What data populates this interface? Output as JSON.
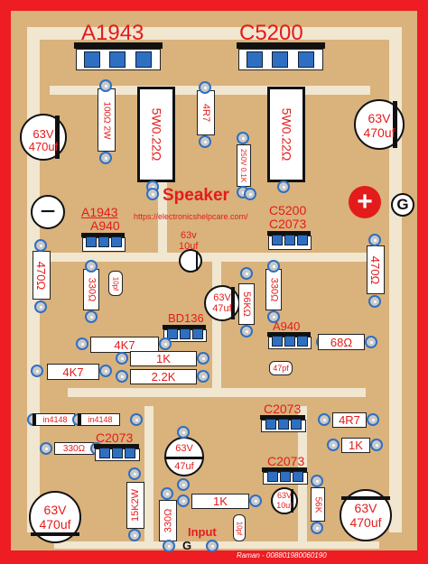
{
  "transistors": {
    "q_top_left": "A1943",
    "q_top_right": "C5200",
    "q_mid_left_a": "A1943",
    "q_mid_left_b": "A940",
    "q_mid_right_a": "C5200",
    "q_mid_right_b": "C2073",
    "q_bd136": "BD136",
    "q_a940_right": "A940",
    "q_c2073_lower": "C2073",
    "q_c2073_left": "C2073",
    "q_c2073_bottom": "C2073"
  },
  "resistors": {
    "r_100ohm_2w": "100Ω 2W",
    "r_5w_left": "5W0.22Ω",
    "r_4r7_top": "4R7",
    "r_5w_right": "5W0.22Ω",
    "r_250v": "250V 0.1K",
    "r_470_left": "470Ω",
    "r_470_right": "470Ω",
    "r_330_mid_left": "330Ω",
    "r_330_mid_right": "330Ω",
    "r_56k_mid": "56KΩ",
    "r_4k7_a": "4K7",
    "r_4k7_b": "4K7",
    "r_1k_a": "1K",
    "r_2k2": "2.2K",
    "r_68": "68Ω",
    "r_4r7_right": "4R7",
    "r_1k_right": "1K",
    "r_330_low": "330Ω",
    "r_15k_2w": "15K2W",
    "r_330_bottom": "330Ω",
    "r_1k_bottom": "1K",
    "r_56k_bottom": "56K"
  },
  "capacitors": {
    "c_top_left": [
      "63V",
      "470uf"
    ],
    "c_top_right": [
      "63V",
      "470uf"
    ],
    "c_bottom_left": [
      "63V",
      "470uf"
    ],
    "c_bottom_right": [
      "63V",
      "470uf"
    ],
    "c_mid_10uf": [
      "63v",
      "10uf"
    ],
    "c_mid_47uf": [
      "63V",
      "47uf"
    ],
    "c_low_47uf": [
      "63V",
      "47uf"
    ],
    "c_bottom_10uf": [
      "63V",
      "10uf"
    ],
    "c_10pf_a": "10pf",
    "c_47pf": "47pf",
    "c_10pf_b": "10pf"
  },
  "diodes": {
    "d_left": "in4148",
    "d_right": "in4148"
  },
  "labels": {
    "speaker": "Speaker",
    "website": "https://electronicshelpcare.com/",
    "plus": "+",
    "minus": "−",
    "ground_top": "G",
    "input": "Input",
    "ground_bottom": "G",
    "credit": "Raman - 008801980060190"
  },
  "colors": {
    "board_border": "#ee1c23",
    "pcb": "#d9b27c",
    "trace": "#f1e6d0",
    "pad": "#2f6fc2",
    "label": "#e41b1b"
  }
}
